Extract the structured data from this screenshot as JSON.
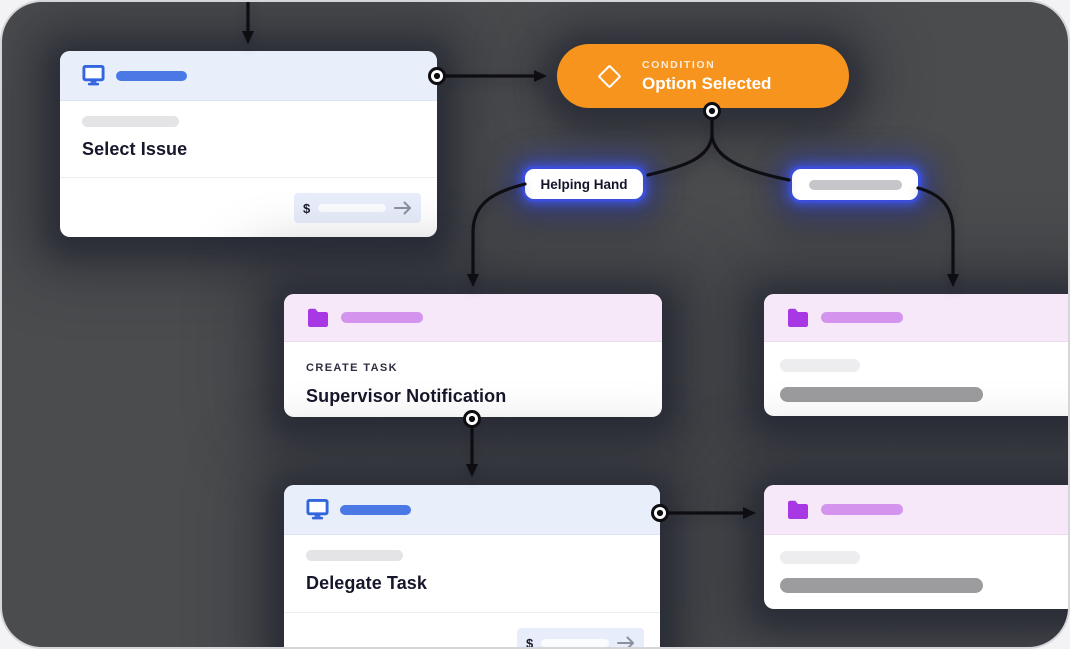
{
  "canvas": {
    "background": "#4B4C4E",
    "accent_orange": "#F7941E",
    "accent_blue": "#4A79E6",
    "accent_purple": "#A738E3",
    "glow_blue": "#3A4ED8",
    "line_color": "#0D0D12"
  },
  "nodes": {
    "select_issue": {
      "icon": "monitor-icon",
      "title": "Select Issue",
      "input_prefix": "$",
      "submit_icon": "arrow-right-icon"
    },
    "condition": {
      "icon": "diamond-icon",
      "kind_label": "CONDITION",
      "title": "Option Selected"
    },
    "branch_left": {
      "label": "Helping Hand"
    },
    "branch_right": {
      "label": "",
      "placeholder": "bar"
    },
    "supervisor_notification": {
      "icon": "folder-icon",
      "kind_label": "CREATE TASK",
      "title": "Supervisor Notification"
    },
    "right_task": {
      "icon": "folder-icon",
      "placeholder": "bars"
    },
    "delegate_task": {
      "icon": "monitor-icon",
      "title": "Delegate Task",
      "input_prefix": "$",
      "submit_icon": "arrow-right-icon"
    },
    "bottom_right_task": {
      "icon": "folder-icon",
      "placeholder": "bars"
    }
  },
  "edges": [
    {
      "from": "above-viewport",
      "to": "select_issue"
    },
    {
      "from": "select_issue",
      "to": "condition"
    },
    {
      "from": "condition",
      "to": "branch_left"
    },
    {
      "from": "condition",
      "to": "branch_right"
    },
    {
      "from": "branch_left",
      "to": "supervisor_notification"
    },
    {
      "from": "branch_right",
      "to": "right_task"
    },
    {
      "from": "supervisor_notification",
      "to": "delegate_task"
    },
    {
      "from": "delegate_task",
      "to": "bottom_right_task"
    }
  ]
}
